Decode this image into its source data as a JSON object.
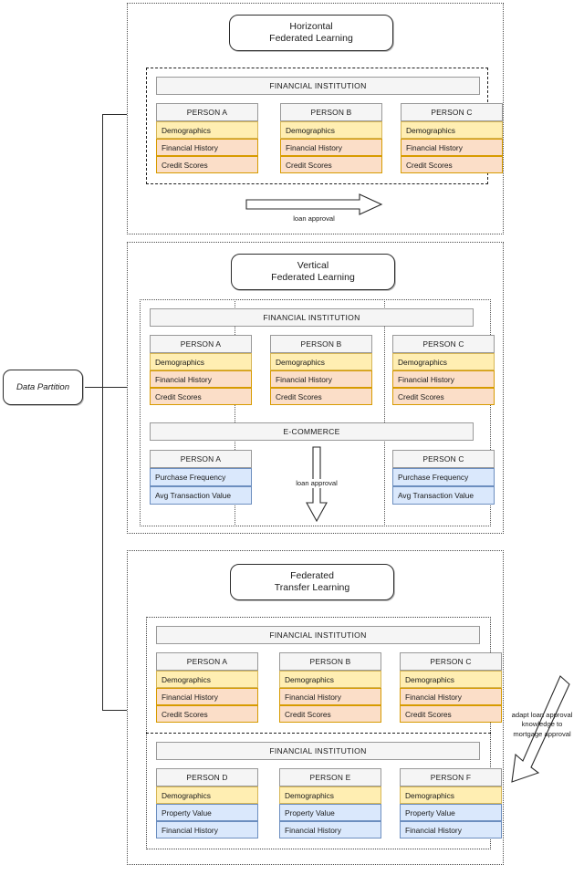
{
  "diagram": {
    "root_label": "Data Partition",
    "sections": [
      {
        "id": "horizontal",
        "title_line1": "Horizontal",
        "title_line2": "Federated Learning",
        "institutions": [
          {
            "name": "FINANCIAL INSTITUTION",
            "persons": [
              {
                "name": "PERSON A",
                "rows": [
                  {
                    "label": "Demographics",
                    "color": "yellow"
                  },
                  {
                    "label": "Financial History",
                    "color": "orange"
                  },
                  {
                    "label": "Credit Scores",
                    "color": "orange"
                  }
                ]
              },
              {
                "name": "PERSON B",
                "rows": [
                  {
                    "label": "Demographics",
                    "color": "yellow"
                  },
                  {
                    "label": "Financial History",
                    "color": "orange"
                  },
                  {
                    "label": "Credit Scores",
                    "color": "orange"
                  }
                ]
              },
              {
                "name": "PERSON C",
                "rows": [
                  {
                    "label": "Demographics",
                    "color": "yellow"
                  },
                  {
                    "label": "Financial History",
                    "color": "orange"
                  },
                  {
                    "label": "Credit Scores",
                    "color": "orange"
                  }
                ]
              }
            ]
          }
        ],
        "arrow_caption": "loan approval"
      },
      {
        "id": "vertical",
        "title_line1": "Vertical",
        "title_line2": "Federated Learning",
        "institutions": [
          {
            "name": "FINANCIAL INSTITUTION",
            "persons": [
              {
                "name": "PERSON A",
                "rows": [
                  {
                    "label": "Demographics",
                    "color": "yellow"
                  },
                  {
                    "label": "Financial History",
                    "color": "orange"
                  },
                  {
                    "label": "Credit Scores",
                    "color": "orange"
                  }
                ]
              },
              {
                "name": "PERSON B",
                "rows": [
                  {
                    "label": "Demographics",
                    "color": "yellow"
                  },
                  {
                    "label": "Financial History",
                    "color": "orange"
                  },
                  {
                    "label": "Credit Scores",
                    "color": "orange"
                  }
                ]
              },
              {
                "name": "PERSON C",
                "rows": [
                  {
                    "label": "Demographics",
                    "color": "yellow"
                  },
                  {
                    "label": "Financial History",
                    "color": "orange"
                  },
                  {
                    "label": "Credit Scores",
                    "color": "orange"
                  }
                ]
              }
            ]
          },
          {
            "name": "E-COMMERCE",
            "persons": [
              {
                "name": "PERSON A",
                "rows": [
                  {
                    "label": "Purchase Frequency",
                    "color": "blue"
                  },
                  {
                    "label": "Avg Transaction Value",
                    "color": "blue"
                  }
                ]
              },
              {
                "name": "",
                "rows": []
              },
              {
                "name": "PERSON C",
                "rows": [
                  {
                    "label": "Purchase Frequency",
                    "color": "blue"
                  },
                  {
                    "label": "Avg Transaction Value",
                    "color": "blue"
                  }
                ]
              }
            ]
          }
        ],
        "arrow_caption": "loan approval"
      },
      {
        "id": "transfer",
        "title_line1": "Federated",
        "title_line2": "Transfer Learning",
        "institutions": [
          {
            "name": "FINANCIAL INSTITUTION",
            "persons": [
              {
                "name": "PERSON A",
                "rows": [
                  {
                    "label": "Demographics",
                    "color": "yellow"
                  },
                  {
                    "label": "Financial History",
                    "color": "orange"
                  },
                  {
                    "label": "Credit Scores",
                    "color": "orange"
                  }
                ]
              },
              {
                "name": "PERSON B",
                "rows": [
                  {
                    "label": "Demographics",
                    "color": "yellow"
                  },
                  {
                    "label": "Financial History",
                    "color": "orange"
                  },
                  {
                    "label": "Credit Scores",
                    "color": "orange"
                  }
                ]
              },
              {
                "name": "PERSON C",
                "rows": [
                  {
                    "label": "Demographics",
                    "color": "yellow"
                  },
                  {
                    "label": "Financial History",
                    "color": "orange"
                  },
                  {
                    "label": "Credit Scores",
                    "color": "orange"
                  }
                ]
              }
            ]
          },
          {
            "name": "FINANCIAL INSTITUTION",
            "persons": [
              {
                "name": "PERSON D",
                "rows": [
                  {
                    "label": "Demographics",
                    "color": "yellow"
                  },
                  {
                    "label": "Property Value",
                    "color": "blue"
                  },
                  {
                    "label": "Financial History",
                    "color": "blue"
                  }
                ]
              },
              {
                "name": "PERSON E",
                "rows": [
                  {
                    "label": "Demographics",
                    "color": "yellow"
                  },
                  {
                    "label": "Property Value",
                    "color": "blue"
                  },
                  {
                    "label": "Financial History",
                    "color": "blue"
                  }
                ]
              },
              {
                "name": "PERSON F",
                "rows": [
                  {
                    "label": "Demographics",
                    "color": "yellow"
                  },
                  {
                    "label": "Property Value",
                    "color": "blue"
                  },
                  {
                    "label": "Financial History",
                    "color": "blue"
                  }
                ]
              }
            ]
          }
        ],
        "arrow_caption_line1": "adapt loan approval",
        "arrow_caption_line2": "knowledge to",
        "arrow_caption_line3": "mortgage approval"
      }
    ],
    "colors": {
      "yellow_fill": "#ffeeb2",
      "yellow_border": "#d6b656",
      "orange_fill": "#fbdec8",
      "orange_border": "#d79b00",
      "blue_fill": "#dae8fc",
      "blue_border": "#6c8ebf",
      "grey_fill": "#f5f5f5",
      "grey_border": "#999999",
      "line": "#2b2b2b"
    }
  }
}
